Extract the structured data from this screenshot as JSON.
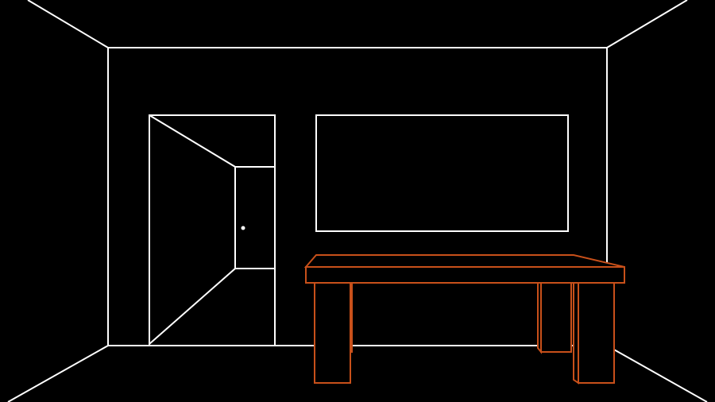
{
  "scene": {
    "background_color": "#000000",
    "wall_line_color": "#ffffff",
    "table_color": "#c8501a",
    "objects": [
      "room",
      "open-door",
      "window",
      "table"
    ]
  }
}
